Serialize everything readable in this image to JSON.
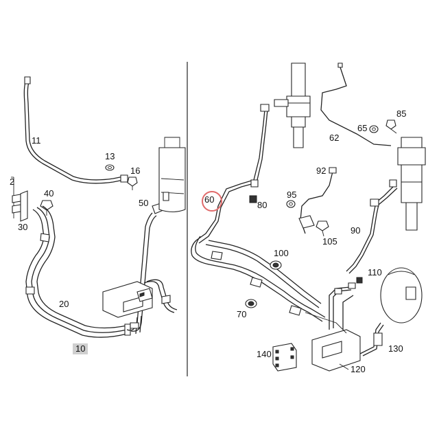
{
  "labels": {
    "l11": "11",
    "l13": "13",
    "l16": "16",
    "l40": "40",
    "l2": "2",
    "l30": "30",
    "l50": "50",
    "l20": "20",
    "l10": "10",
    "l60": "60",
    "l80": "80",
    "l85": "85",
    "l65": "65",
    "l62": "62",
    "l92": "92",
    "l95": "95",
    "l105": "105",
    "l90": "90",
    "l100": "100",
    "l110": "110",
    "l70": "70",
    "l140": "140",
    "l130": "130",
    "l120": "120"
  },
  "colors": {
    "highlight_ring": "#e06a6a",
    "label_box": "#cfcfcf",
    "line": "#222222"
  }
}
